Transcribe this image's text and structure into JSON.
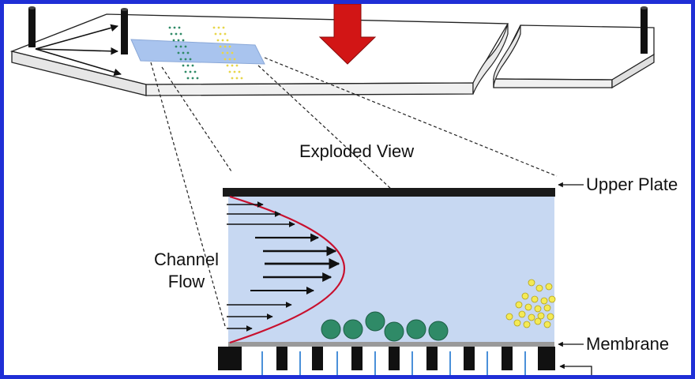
{
  "labels": {
    "exploded_view": "Exploded View",
    "upper_plate": "Upper Plate",
    "membrane": "Membrane",
    "channel_line1": "Channel",
    "channel_line2": "Flow"
  },
  "colors": {
    "frame": "#1f2fd6",
    "channel_fill": "#c7d8f2",
    "plate": "#1a1a1a",
    "velocity_profile": "#c8102e",
    "large_particle": "#2f8a67",
    "small_particle": "#f4ea55",
    "membrane": "#9a9a9a",
    "flow_down_arrow": "#d21515",
    "strip_green": "#2f8a67",
    "strip_yellow": "#e7d64a",
    "pore_lines": "#4a90d9"
  },
  "icons": {
    "press_arrow": "down-arrow-icon",
    "flow_arrows": "right-arrow-icon"
  }
}
